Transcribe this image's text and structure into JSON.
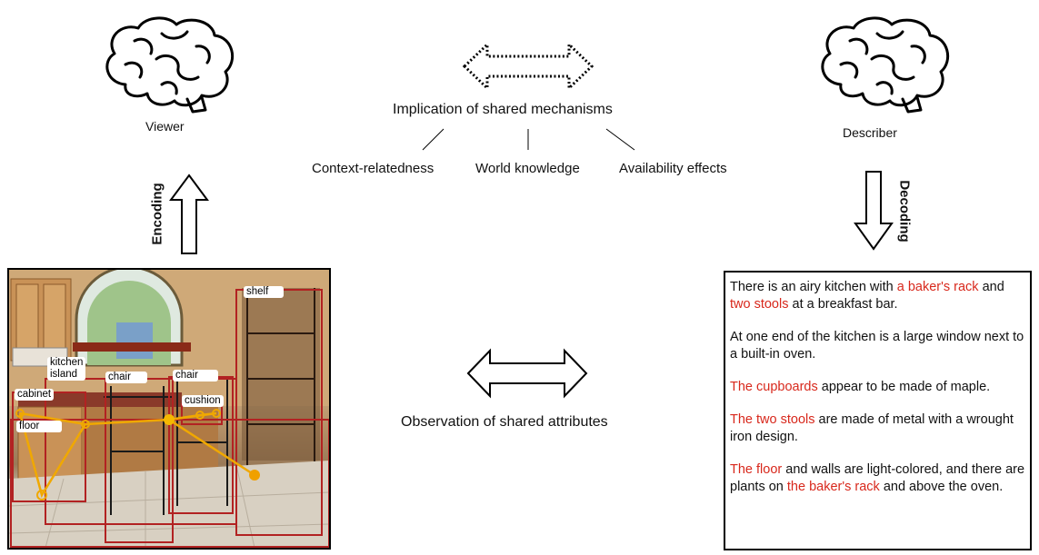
{
  "viewer_label": "Viewer",
  "describer_label": "Describer",
  "top_heading": "Implication of shared mechanisms",
  "mechanisms": [
    "Context-relatedness",
    "World knowledge",
    "Availability effects"
  ],
  "encoding_label": "Encoding",
  "decoding_label": "Decoding",
  "middle_caption": "Observation of shared attributes",
  "scene_tags": [
    "shelf",
    "kitchen island",
    "chair",
    "chair",
    "cabinet",
    "cushion",
    "floor"
  ],
  "description": {
    "p1": {
      "a": "There is an airy kitchen with ",
      "b": "a baker's rack",
      "c": " and ",
      "d": "two stools",
      "e": " at a breakfast bar."
    },
    "p2": "At one end of the kitchen is a large window next to a built-in oven.",
    "p3": {
      "a": "The cupboards",
      "b": " appear to be made of maple."
    },
    "p4": {
      "a": "The two stools",
      "b": " are made of metal with a wrought iron design."
    },
    "p5": {
      "a": "The floor",
      "b": " and walls are light-colored, and there are plants on ",
      "c": "the baker's rack",
      "d": " and above the oven."
    }
  },
  "colors": {
    "highlight": "#d8281c",
    "box": "#b22222",
    "gaze": "#f0a800"
  }
}
